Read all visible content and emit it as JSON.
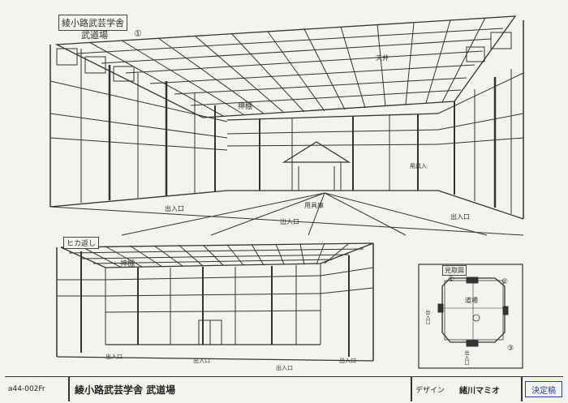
{
  "header": {
    "title_handwritten": "綾小路武芸学舎",
    "subtitle_handwritten": "武道場",
    "number_mark": "①"
  },
  "top_view": {
    "labels": {
      "ceiling": "天井",
      "kamidana": "神棚",
      "entrance_left": "出入口",
      "equipment_room": "用具庫",
      "entrance_center": "出入口",
      "entrance_right": "出入口",
      "storage_right": "用具入"
    }
  },
  "bottom_view": {
    "tag": "ヒカ返し",
    "labels": {
      "kamidana": "神棚",
      "entrance_left": "出入口",
      "entrance_center_left": "出入口",
      "entrance_center": "出入口",
      "entrance_right": "出入口"
    }
  },
  "floor_plan": {
    "title": "見取図",
    "center_label": "道場",
    "mark_a": "①",
    "mark_b": "②",
    "mark_c": "③",
    "entrance_1": "出入口",
    "entrance_2": "出入口"
  },
  "footer": {
    "code": "a44-002Fr",
    "name": "綾小路武芸学舎 武道場",
    "design_label": "デザイン",
    "designer": "緒川マミオ",
    "stamp": "決定稿"
  }
}
